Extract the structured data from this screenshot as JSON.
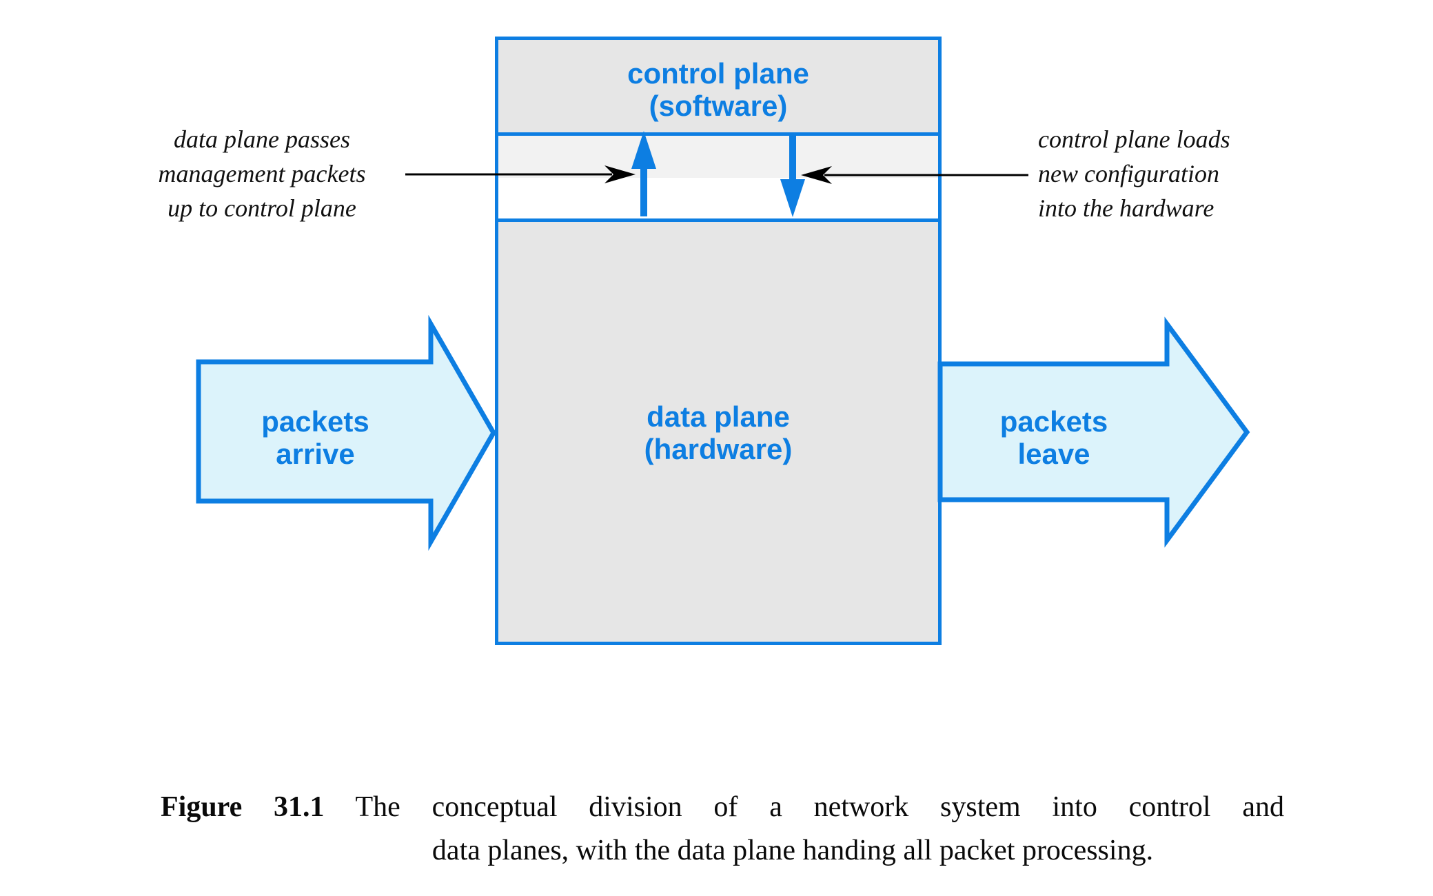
{
  "diagram": {
    "control_plane": {
      "line1": "control plane",
      "line2": "(software)"
    },
    "data_plane": {
      "line1": "data plane",
      "line2": "(hardware)"
    },
    "left_annotation": {
      "line1": "data plane passes",
      "line2": "management packets",
      "line3": "up to control plane"
    },
    "right_annotation": {
      "line1": "control plane loads",
      "line2": "new configuration",
      "line3": "into the hardware"
    },
    "packets_arrive": {
      "line1": "packets",
      "line2": "arrive"
    },
    "packets_leave": {
      "line1": "packets",
      "line2": "leave"
    },
    "colors": {
      "accent_blue": "#0d7ee2",
      "arrow_fill_light_blue": "#dcf3fb",
      "plane_box_gray": "#e6e6e6",
      "interface_band_gray": "#f2f2f2"
    }
  },
  "caption": {
    "label": "Figure 31.1",
    "line1_rest": "The conceptual division of a network system into control and",
    "line2": "data planes, with the data plane handing all packet processing."
  }
}
